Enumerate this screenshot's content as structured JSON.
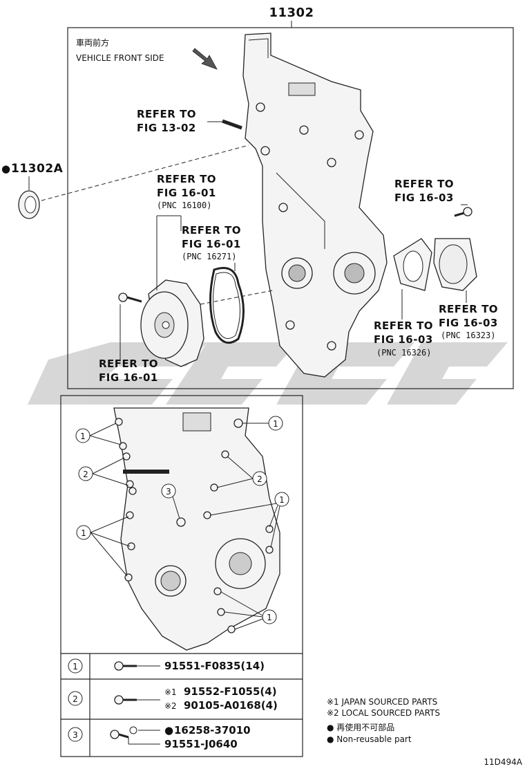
{
  "main_part_number": "11302",
  "vehicle_front": {
    "label_ja": "車両前方",
    "label_en": "VEHICLE FRONT SIDE"
  },
  "seal_part": {
    "marker": "●",
    "number": "11302A"
  },
  "refer_labels": [
    {
      "line1": "REFER TO",
      "line2": "FIG 13-02",
      "pnc": ""
    },
    {
      "line1": "REFER TO",
      "line2": "FIG 16-01",
      "pnc": "(PNC 16100)"
    },
    {
      "line1": "REFER TO",
      "line2": "FIG 16-01",
      "pnc": "(PNC 16271)"
    },
    {
      "line1": "REFER TO",
      "line2": "FIG 16-03",
      "pnc": ""
    },
    {
      "line1": "REFER TO",
      "line2": "FIG 16-03",
      "pnc": "(PNC 16323)"
    },
    {
      "line1": "REFER TO",
      "line2": "FIG 16-03",
      "pnc": "(PNC 16326)"
    },
    {
      "line1": "REFER TO",
      "line2": "FIG 16-01",
      "pnc": ""
    }
  ],
  "callouts": [
    "1",
    "2",
    "3"
  ],
  "bolt_table": [
    {
      "ref": "1",
      "rows": [
        {
          "prefix": "",
          "part": "91551-F0835(14)"
        }
      ]
    },
    {
      "ref": "2",
      "rows": [
        {
          "prefix": "※1",
          "part": "91552-F1055(4)"
        },
        {
          "prefix": "※2",
          "part": "90105-A0168(4)"
        }
      ]
    },
    {
      "ref": "3",
      "rows": [
        {
          "prefix": "●",
          "part": "16258-37010"
        },
        {
          "prefix": "",
          "part": "91551-J0640"
        }
      ]
    }
  ],
  "notes": [
    "※1 JAPAN SOURCED PARTS",
    "※2 LOCAL SOURCED PARTS",
    "● 再使用不可部品",
    "● Non-reusable part"
  ],
  "figure_code": "11D494A",
  "watermark": "CCGC",
  "colors": {
    "line": "#222222",
    "watermark": "#cfcfcf",
    "background": "#ffffff"
  }
}
